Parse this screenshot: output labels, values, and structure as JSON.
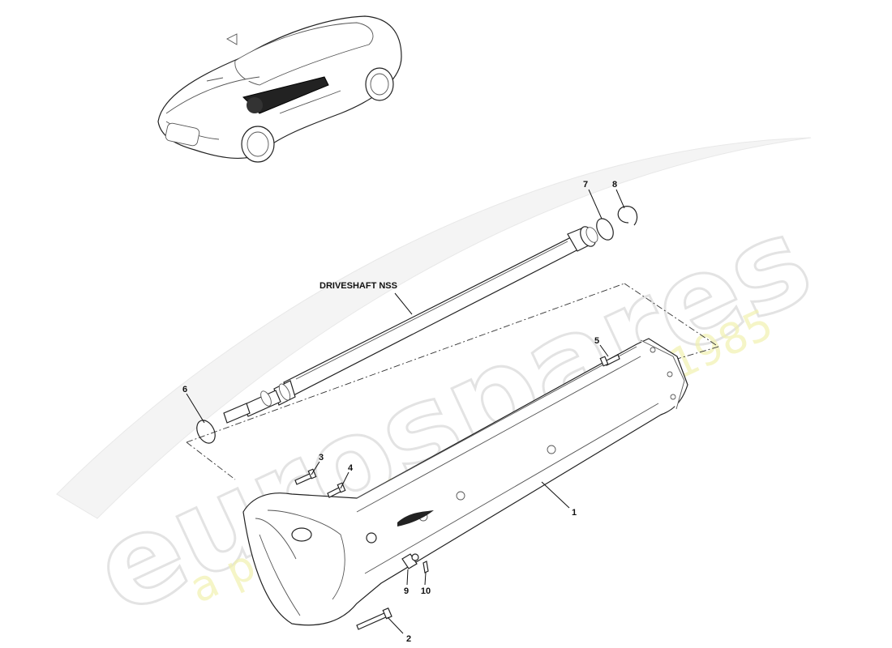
{
  "watermark": {
    "brand": "eurospares",
    "tagline": "a passion for parts since 1985"
  },
  "assembly_label": "DRIVESHAFT NSS",
  "callouts": [
    "1",
    "2",
    "3",
    "4",
    "5",
    "6",
    "7",
    "8",
    "9",
    "10"
  ],
  "colors": {
    "line": "#222222",
    "watermark_outline": "#e3e3e3",
    "watermark_tagline": "#f2f2b0"
  }
}
